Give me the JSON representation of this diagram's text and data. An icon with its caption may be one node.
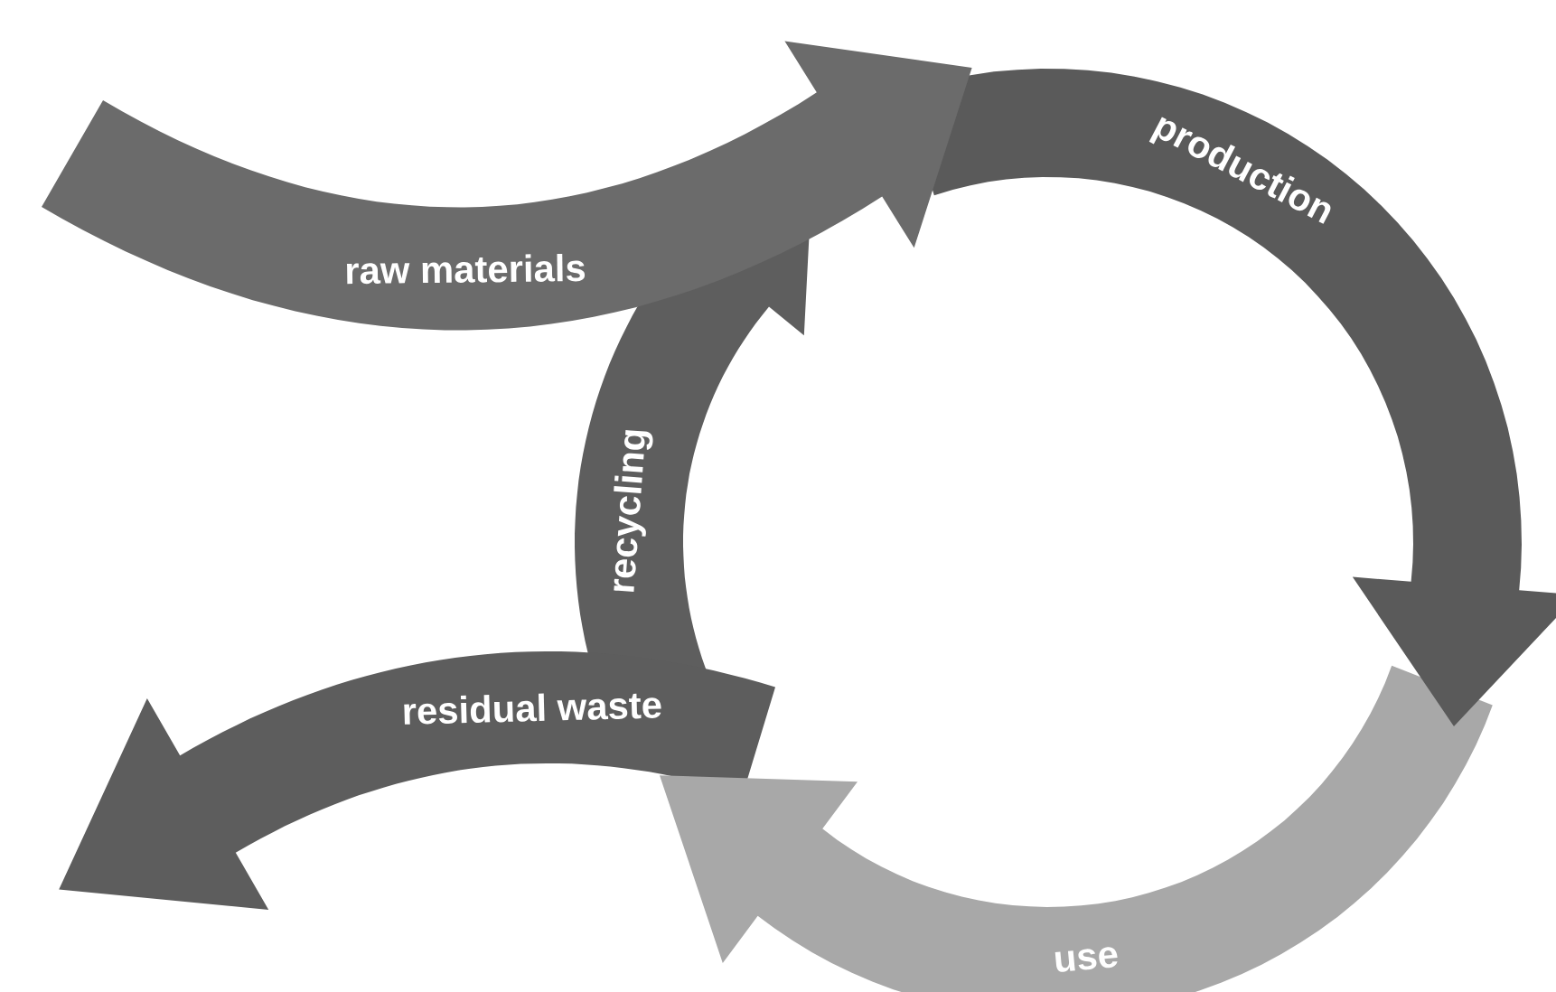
{
  "diagram": {
    "nodes": [
      {
        "text": [
          "raw materials"
        ]
      },
      {
        "text": [
          "production"
        ]
      },
      {
        "text": [
          "use"
        ]
      },
      {
        "text": [
          "recycling"
        ]
      },
      {
        "text": [
          "residual waste"
        ]
      }
    ]
  }
}
